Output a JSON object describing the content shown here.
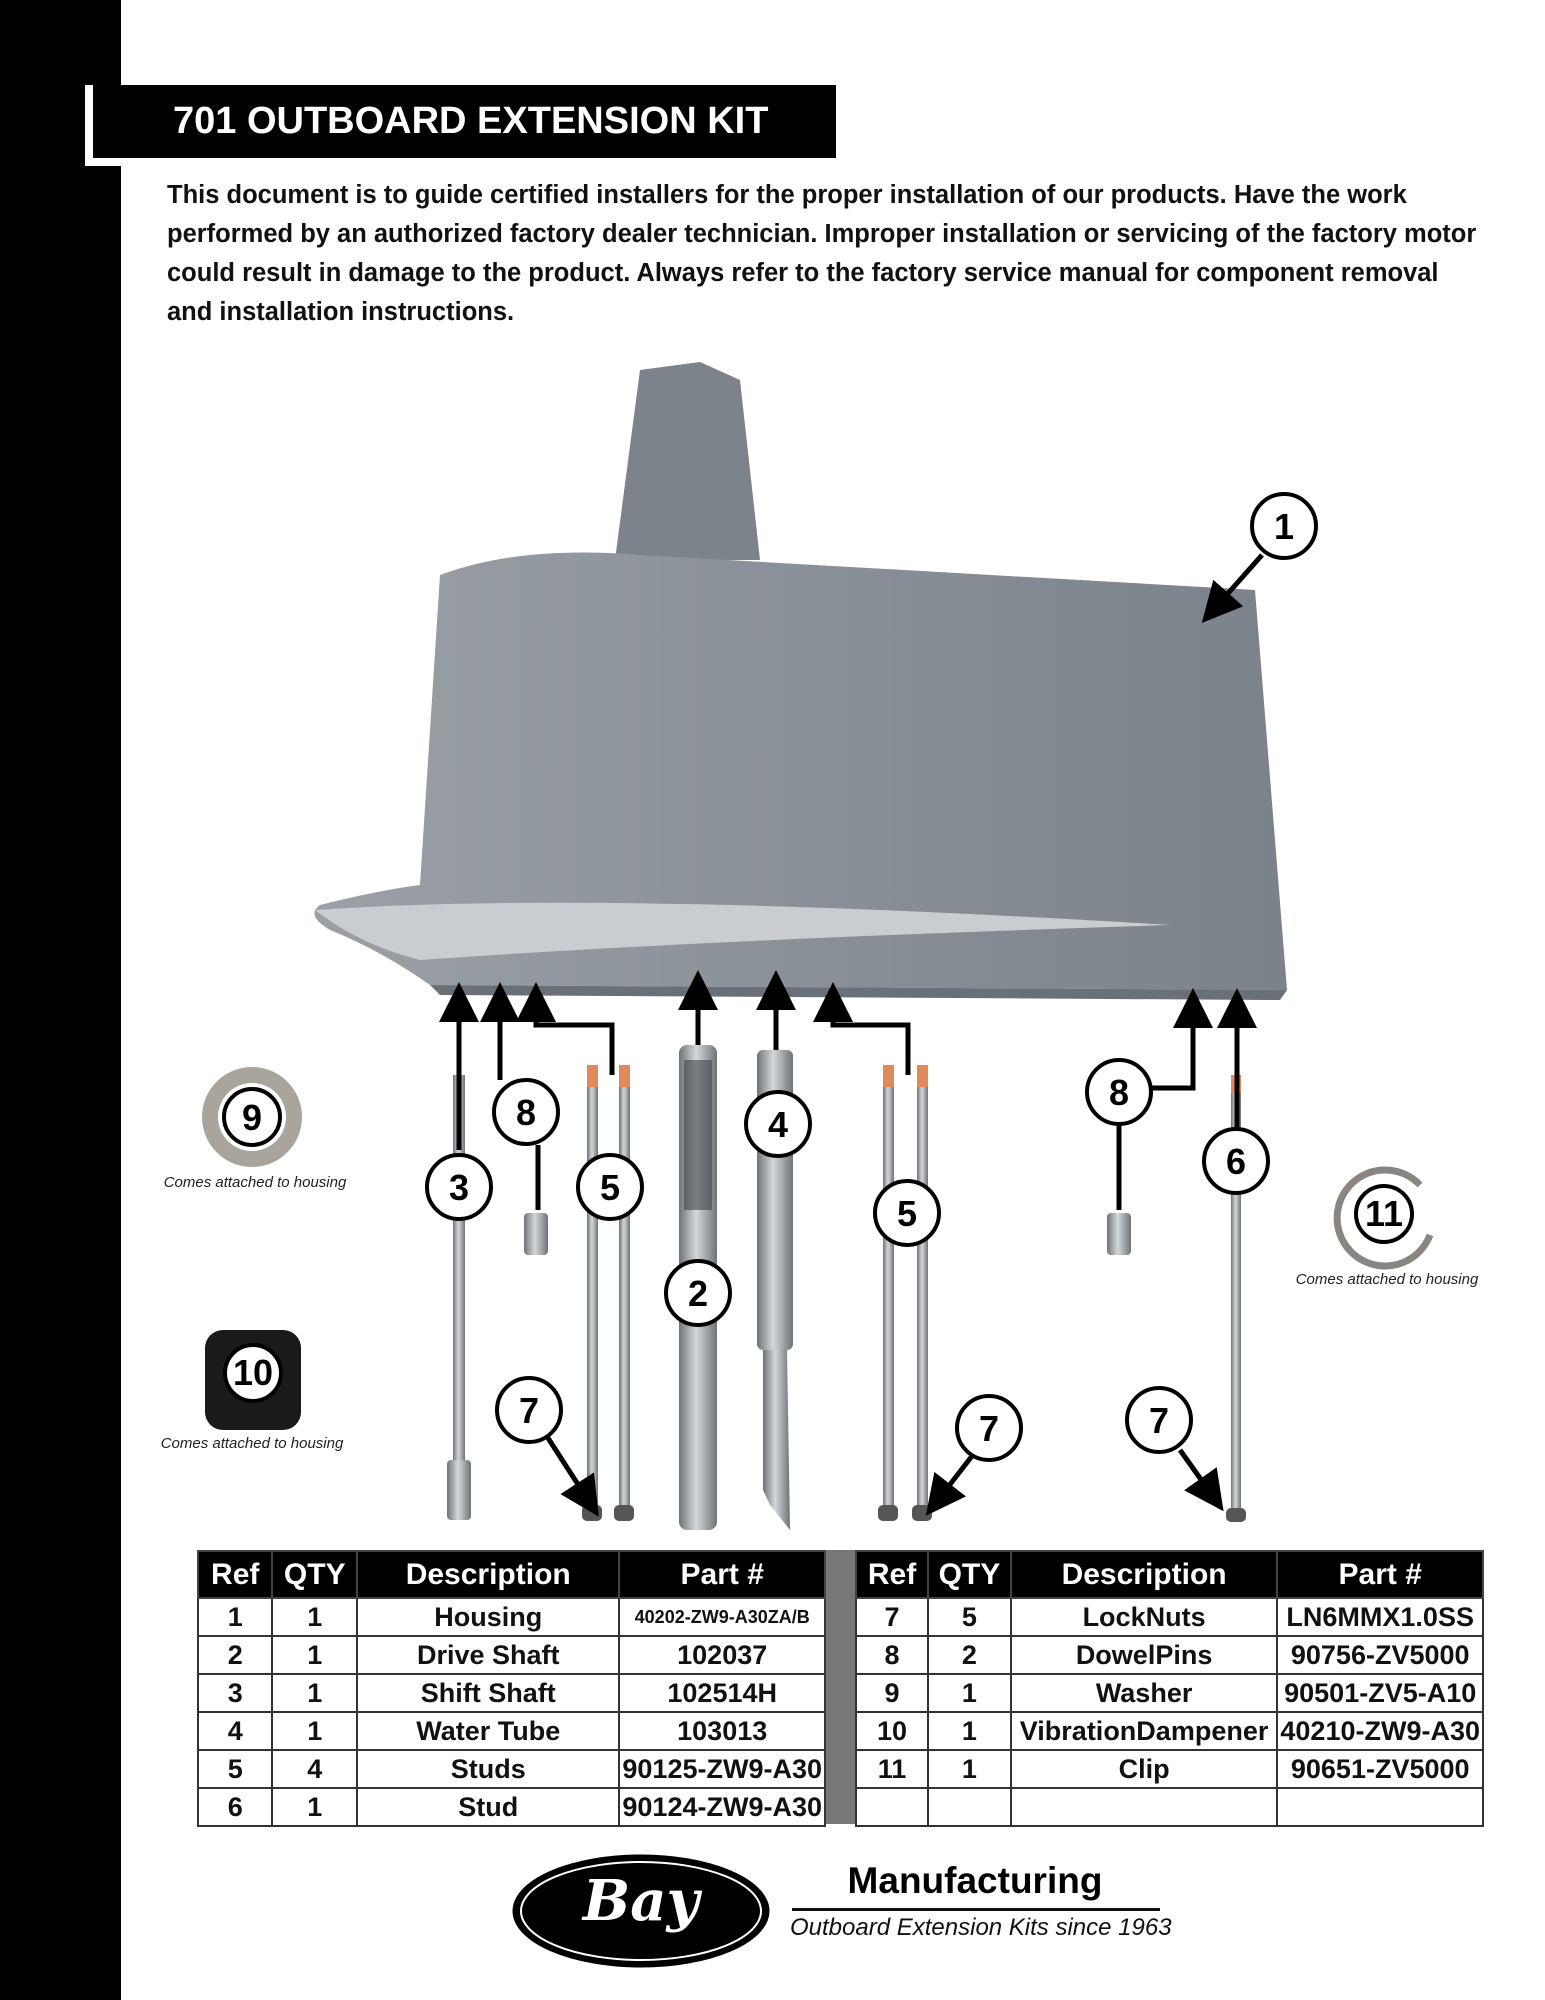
{
  "title": "701 OUTBOARD EXTENSION KIT",
  "intro": "This document is to guide certified installers for the proper installation of our products. Have the work performed by an authorized factory dealer technician. Improper installation or servicing of the factory motor could result in damage to the product. Always refer to the factory service manual for component removal and installation instructions.",
  "callouts": [
    "1",
    "2",
    "3",
    "4",
    "5",
    "5",
    "6",
    "7",
    "7",
    "7",
    "8",
    "8",
    "9",
    "10",
    "11"
  ],
  "caption": "Comes attached to housing",
  "table": {
    "headers": [
      "Ref",
      "QTY",
      "Description",
      "Part #"
    ],
    "left": [
      [
        "1",
        "1",
        "Housing",
        "40202-ZW9-A30ZA/B"
      ],
      [
        "2",
        "1",
        "Drive Shaft",
        "102037"
      ],
      [
        "3",
        "1",
        "Shift Shaft",
        "102514H"
      ],
      [
        "4",
        "1",
        "Water Tube",
        "103013"
      ],
      [
        "5",
        "4",
        "Studs",
        "90125-ZW9-A30"
      ],
      [
        "6",
        "1",
        "Stud",
        "90124-ZW9-A30"
      ]
    ],
    "right": [
      [
        "7",
        "5",
        "LockNuts",
        "LN6MMX1.0SS"
      ],
      [
        "8",
        "2",
        "DowelPins",
        "90756-ZV5000"
      ],
      [
        "9",
        "1",
        "Washer",
        "90501-ZV5-A10"
      ],
      [
        "10",
        "1",
        "VibrationDampener",
        "40210-ZW9-A30"
      ],
      [
        "11",
        "1",
        "Clip",
        "90651-ZV5000"
      ],
      [
        "",
        "",
        "",
        ""
      ]
    ]
  },
  "footer": {
    "logo_text": "Bay",
    "company": "Manufacturing",
    "tagline": "Outboard Extension Kits since 1963"
  },
  "colors": {
    "housing": "#8f959c",
    "rod": "#a7abaf",
    "thread": "#e0895a"
  }
}
